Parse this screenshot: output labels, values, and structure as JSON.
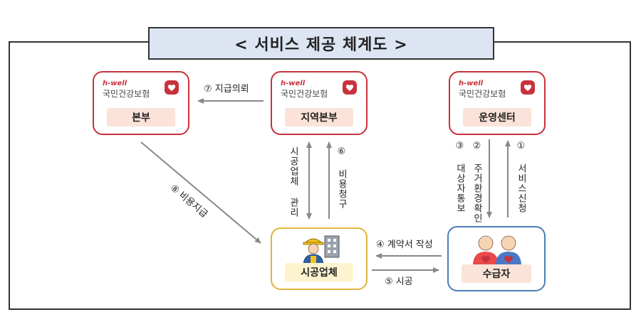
{
  "title": "< 서비스 제공 체계도 >",
  "logo": {
    "brand": "h-well",
    "org": "국민건강보험"
  },
  "nodes": {
    "hq": "본부",
    "regional": "지역본부",
    "operation": "운영센터",
    "contractor": "시공업체",
    "recipient": "수급자"
  },
  "edges": {
    "e1": "① 서비스신청",
    "e2": "② 주거환경확인",
    "e3": "③ 대상자통보",
    "e4": "④ 계약서 작성",
    "e5": "⑤ 시공",
    "e6": "⑥ 비용청구",
    "e7": "⑦ 지급의뢰",
    "e8": "⑧ 비용지급",
    "mgmt": "시공업체 관리"
  },
  "colors": {
    "nhis_red": "#c8323c",
    "title_bg": "#dde5f3",
    "contractor_border": "#e1b43c",
    "recipient_border": "#4b7fb8"
  }
}
